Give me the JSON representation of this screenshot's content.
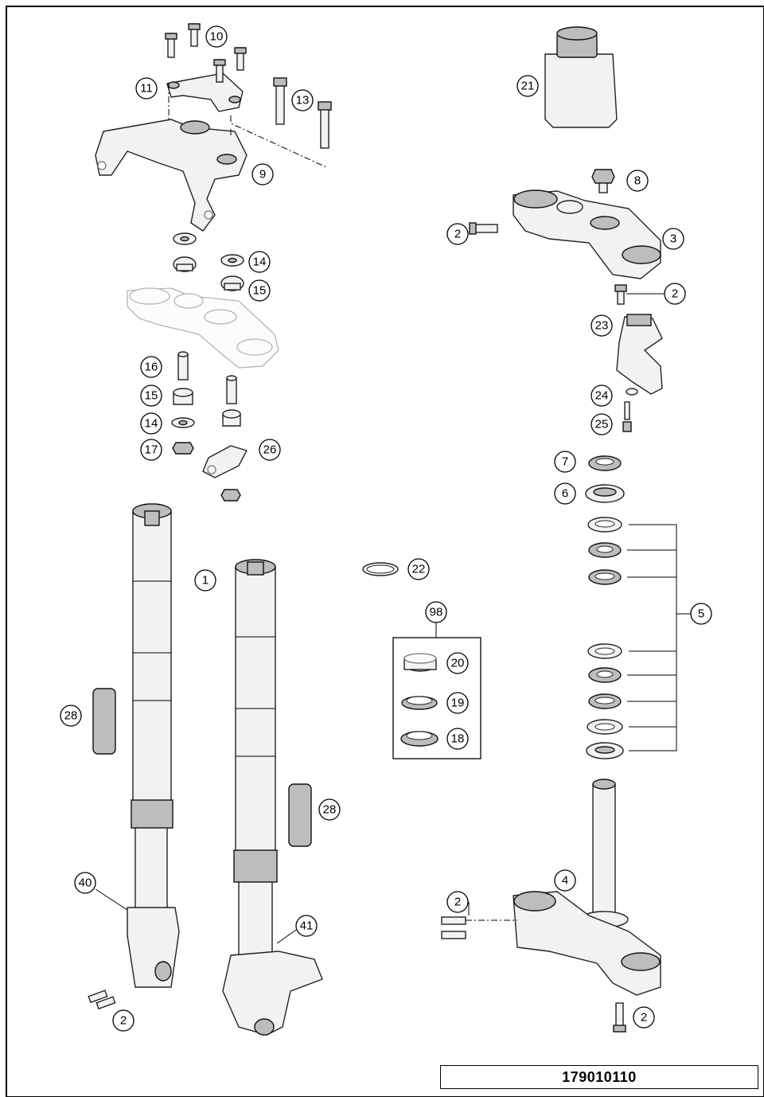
{
  "document_number": "179010110",
  "callouts": {
    "c1": "1",
    "c2a": "2",
    "c2b": "2",
    "c2c": "2",
    "c2d": "2",
    "c2e": "2",
    "c3": "3",
    "c4": "4",
    "c5": "5",
    "c6": "6",
    "c7": "7",
    "c8": "8",
    "c9": "9",
    "c10": "10",
    "c11": "11",
    "c13": "13",
    "c14a": "14",
    "c14b": "14",
    "c15a": "15",
    "c15b": "15",
    "c16": "16",
    "c17": "17",
    "c18": "18",
    "c19": "19",
    "c20": "20",
    "c21": "21",
    "c22": "22",
    "c23": "23",
    "c24": "24",
    "c25": "25",
    "c26": "26",
    "c28a": "28",
    "c28b": "28",
    "c40": "40",
    "c41": "41",
    "c98": "98"
  }
}
